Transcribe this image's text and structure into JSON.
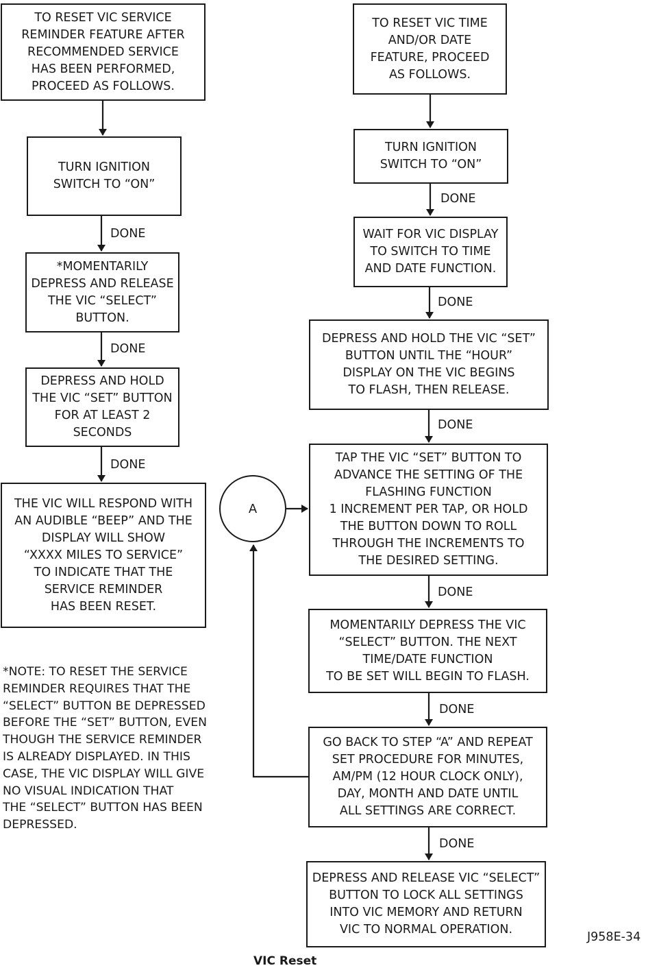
{
  "left_flow": {
    "start": "TO RESET VIC SERVICE\nREMINDER FEATURE AFTER\nRECOMMENDED SERVICE\nHAS BEEN PERFORMED,\nPROCEED AS FOLLOWS.",
    "step1": "TURN IGNITION\nSWITCH TO “ON”",
    "step2": "*MOMENTARILY\nDEPRESS AND RELEASE\nTHE VIC “SELECT”\nBUTTON.",
    "step3": "DEPRESS AND HOLD\nTHE VIC “SET” BUTTON\nFOR AT LEAST 2\nSECONDS",
    "result": "THE VIC WILL RESPOND WITH\nAN AUDIBLE “BEEP” AND THE\nDISPLAY WILL SHOW\n“XXXX MILES TO SERVICE”\nTO INDICATE  THAT THE\nSERVICE REMINDER\nHAS BEEN RESET.",
    "note": "*NOTE: TO RESET THE SERVICE\nREMINDER REQUIRES THAT THE\n“SELECT” BUTTON BE DEPRESSED\nBEFORE THE “SET” BUTTON, EVEN\nTHOUGH THE SERVICE REMINDER\nIS ALREADY DISPLAYED. IN THIS\nCASE, THE VIC DISPLAY WILL GIVE\nNO VISUAL INDICATION THAT\nTHE “SELECT” BUTTON HAS BEEN\nDEPRESSED."
  },
  "right_flow": {
    "start": "TO RESET VIC TIME\nAND/OR DATE\nFEATURE, PROCEED\nAS FOLLOWS.",
    "step1": "TURN IGNITION\nSWITCH TO “ON”",
    "step2": "WAIT FOR VIC DISPLAY\nTO SWITCH TO TIME\nAND DATE FUNCTION.",
    "step3": "DEPRESS AND HOLD THE VIC “SET”\nBUTTON UNTIL THE “HOUR”\nDISPLAY ON THE VIC BEGINS\nTO FLASH, THEN RELEASE.",
    "step4": "TAP THE VIC “SET” BUTTON TO\nADVANCE THE SETTING OF THE\nFLASHING FUNCTION\n1 INCREMENT PER TAP, OR HOLD\nTHE BUTTON DOWN TO ROLL\nTHROUGH THE INCREMENTS TO\nTHE DESIRED SETTING.",
    "step5": "MOMENTARILY DEPRESS THE VIC\n“SELECT” BUTTON. THE NEXT\nTIME/DATE FUNCTION\nTO BE SET WILL BEGIN TO FLASH.",
    "step6": "GO BACK TO STEP “A” AND REPEAT\nSET PROCEDURE FOR MINUTES,\nAM/PM (12 HOUR CLOCK ONLY),\nDAY, MONTH AND DATE UNTIL\nALL SETTINGS ARE CORRECT.",
    "step7": "DEPRESS AND RELEASE VIC “SELECT”\nBUTTON TO LOCK ALL SETTINGS\nINTO VIC MEMORY AND RETURN\nVIC TO NORMAL OPERATION."
  },
  "connector_label": "A",
  "done_label": "DONE",
  "figure_id": "J958E-34",
  "caption": "VIC Reset"
}
